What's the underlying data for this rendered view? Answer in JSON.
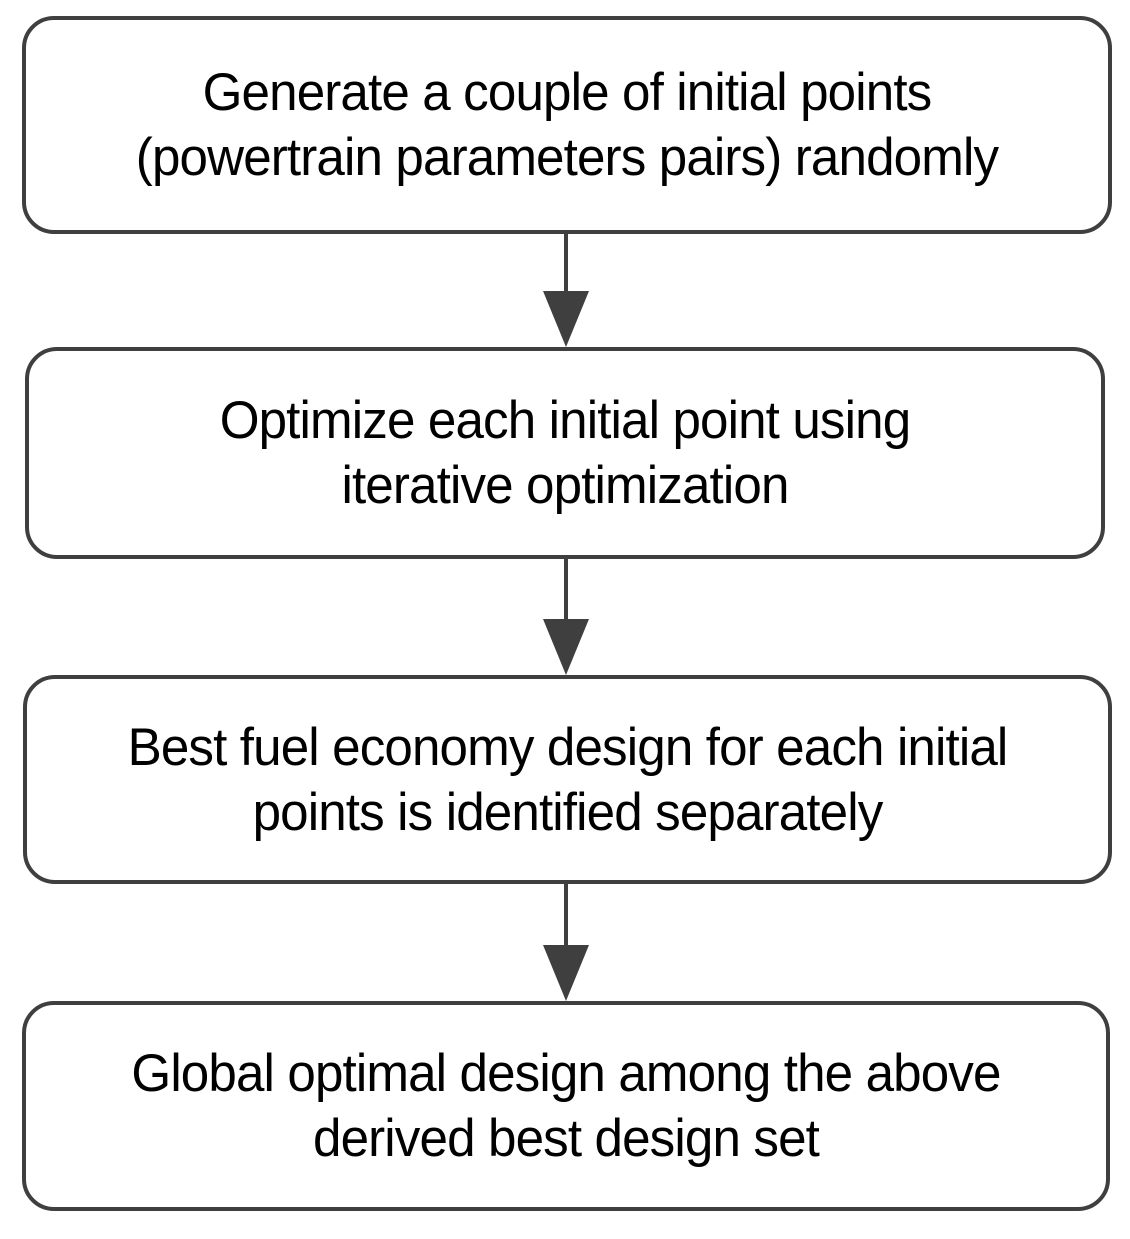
{
  "diagram": {
    "type": "flowchart",
    "orientation": "vertical",
    "background_color": "#ffffff",
    "node_border_color": "#3f3f3f",
    "node_fill_color": "#ffffff",
    "arrow_color": "#3f3f3f",
    "text_color": "#000000",
    "nodes": [
      {
        "id": "generate-initial-points",
        "shape": "rounded-rectangle",
        "text": "Generate a couple of initial points\n(powertrain parameters pairs) randomly",
        "lines": [
          "Generate a couple of initial points",
          "(powertrain parameters pairs) randomly"
        ]
      },
      {
        "id": "optimize-initial-point",
        "shape": "rounded-rectangle",
        "text": "Optimize each initial point using\niterative optimization",
        "lines": [
          "Optimize each initial point using",
          "iterative optimization"
        ]
      },
      {
        "id": "best-fuel-economy-design",
        "shape": "rounded-rectangle",
        "text": "Best fuel economy design for each initial\npoints is identified separately",
        "lines": [
          "Best fuel economy design for each initial",
          "points is identified separately"
        ]
      },
      {
        "id": "global-optimal-design",
        "shape": "rounded-rectangle",
        "text": "Global optimal design among the above\nderived best design set",
        "lines": [
          "Global optimal design among the above",
          "derived best design set"
        ]
      }
    ],
    "connectors": [
      {
        "id": "arrow-1",
        "from": "generate-initial-points",
        "to": "optimize-initial-point",
        "style": "solid-line-filled-triangle",
        "label": ""
      },
      {
        "id": "arrow-2",
        "from": "optimize-initial-point",
        "to": "best-fuel-economy-design",
        "style": "solid-line-filled-triangle",
        "label": ""
      },
      {
        "id": "arrow-3",
        "from": "best-fuel-economy-design",
        "to": "global-optimal-design",
        "style": "solid-line-filled-triangle",
        "label": ""
      }
    ]
  }
}
